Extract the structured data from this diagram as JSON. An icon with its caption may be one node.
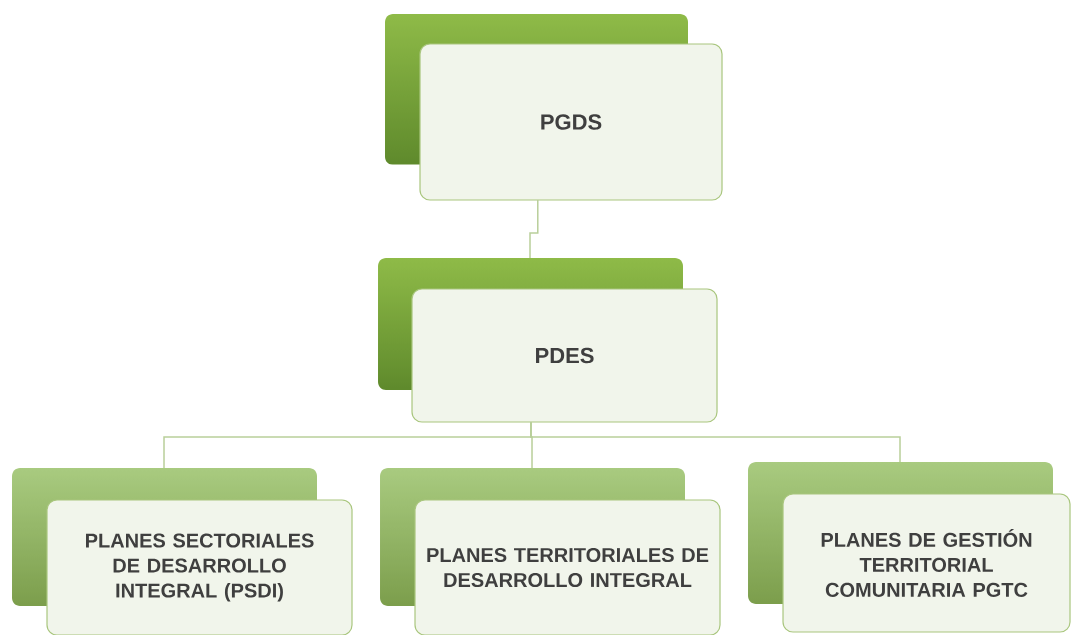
{
  "diagram": {
    "nodes": [
      {
        "text": [
          "PGDS"
        ]
      },
      {
        "text": [
          "PDES"
        ]
      },
      {
        "text": [
          "PLANES SECTORIALES DE DESARROLLO INTEGRAL (PSDI)"
        ]
      },
      {
        "text": [
          "PLANES TERRITORIALES DE DESARROLLO INTEGRAL"
        ]
      },
      {
        "text": [
          "PLANES DE GESTIÓN TERRITORIAL COMUNITARIA  PGTC"
        ]
      }
    ],
    "edges": [
      {
        "from": 0,
        "to": 1,
        "arrow": "none"
      },
      {
        "from": 1,
        "to": 2,
        "arrow": "none"
      },
      {
        "from": 1,
        "to": 3,
        "arrow": "none"
      },
      {
        "from": 1,
        "to": 4,
        "arrow": "none"
      }
    ]
  }
}
